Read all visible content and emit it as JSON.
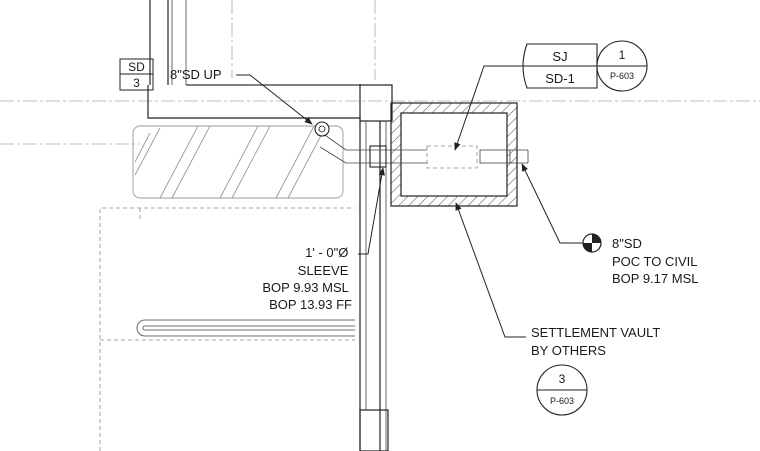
{
  "sd_tag": {
    "top": "SD",
    "bottom": "3"
  },
  "sd_up_label": "8\"SD UP",
  "sj_tag": {
    "top": "SJ",
    "bottom": "SD-1"
  },
  "detail_callout_top": {
    "number": "1",
    "sheet": "P-603"
  },
  "sleeve_note": [
    "1' - 0\"Ø",
    "SLEEVE",
    "BOP 9.93 MSL",
    "BOP 13.93 FF"
  ],
  "poc_note": [
    "8\"SD",
    "POC TO CIVIL",
    "BOP 9.17 MSL"
  ],
  "vault_note": [
    "SETTLEMENT VAULT",
    "BY OTHERS"
  ],
  "detail_callout_bottom": {
    "number": "3",
    "sheet": "P-603"
  }
}
